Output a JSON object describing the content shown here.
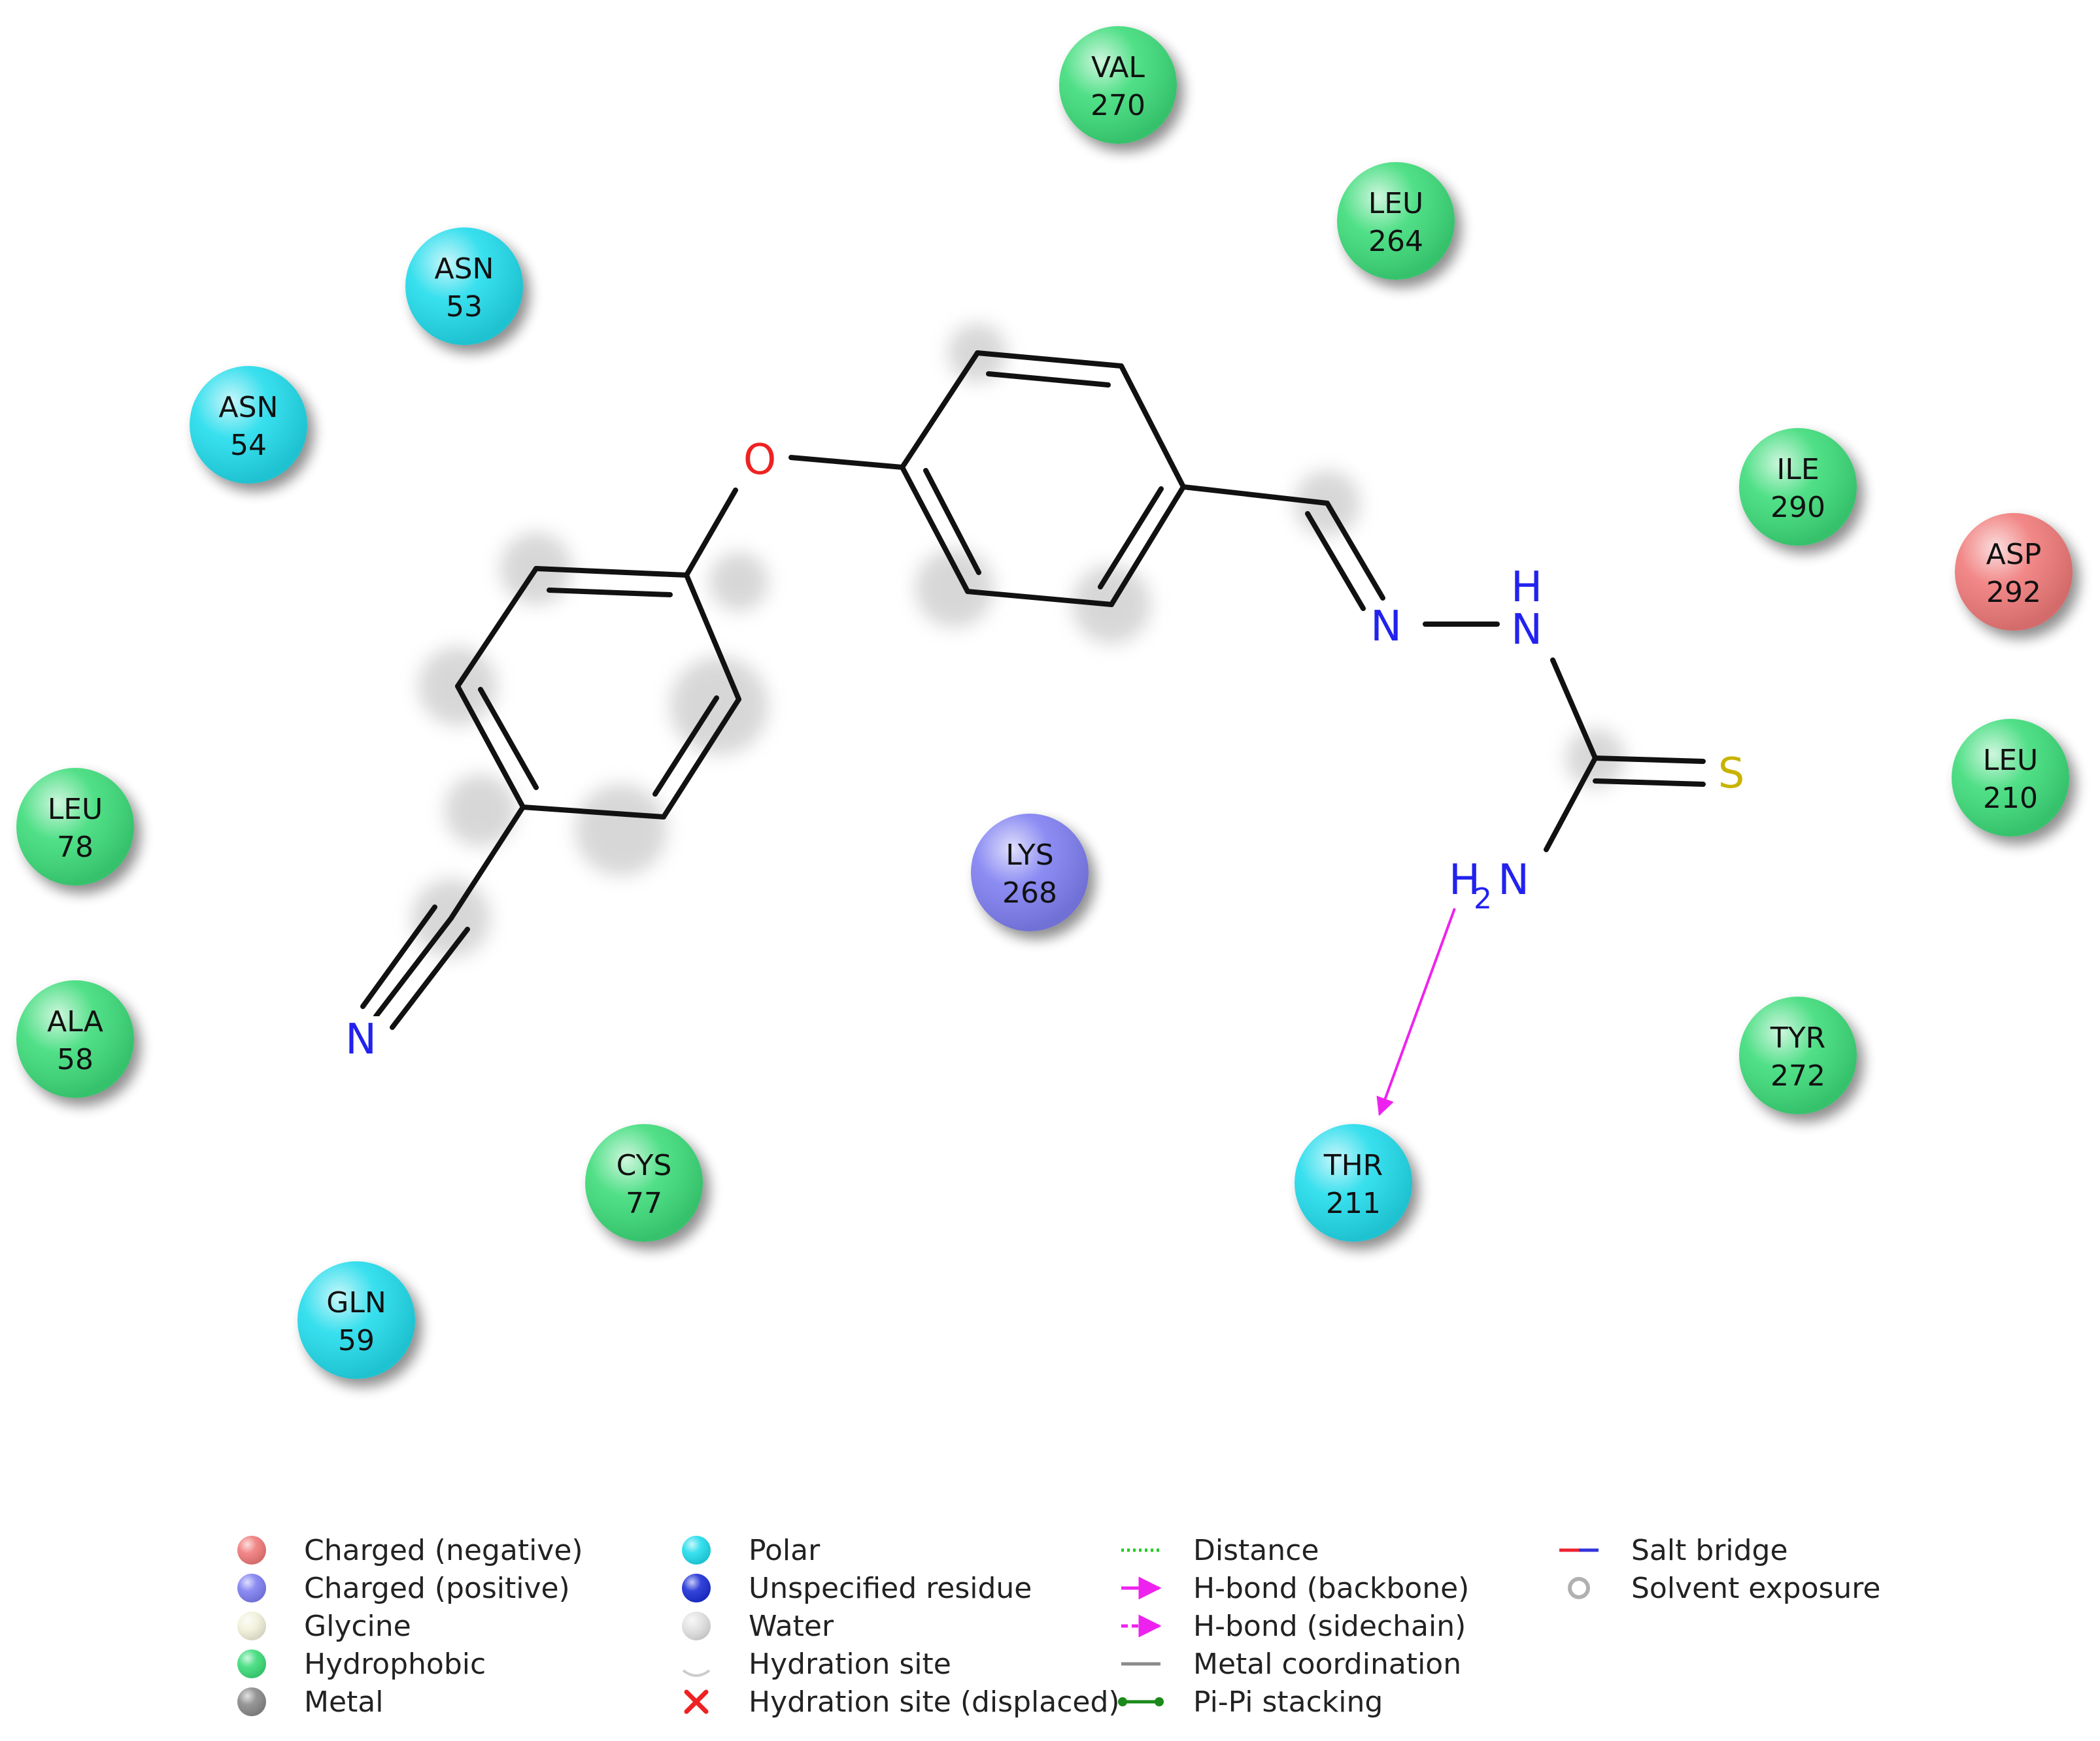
{
  "colors": {
    "hydrophobic": "#3ddc7a",
    "polar": "#22dcec",
    "charged_positive": "#7f7ff2",
    "charged_negative": "#f07a7a",
    "glycine": "#f2f2dc",
    "metal": "#8a8a8a",
    "unspecified": "#1c2fd6",
    "water": "#e2e2e2",
    "hbond": "#ee22ee",
    "pipi": "#1a8a1a",
    "distance": "#22cc22",
    "salt_bridge_a": "#ee2233",
    "salt_bridge_b": "#3333dd",
    "bond": "#111111",
    "nitrogen": "#2222ee",
    "oxygen": "#ee2222",
    "sulfur": "#c8b400",
    "exposure": "#b0b0b0"
  },
  "residues": [
    {
      "name": "VAL",
      "num": "270",
      "type": "hydrophobic"
    },
    {
      "name": "LEU",
      "num": "264",
      "type": "hydrophobic"
    },
    {
      "name": "ASN",
      "num": "53",
      "type": "polar"
    },
    {
      "name": "ASN",
      "num": "54",
      "type": "polar"
    },
    {
      "name": "ILE",
      "num": "290",
      "type": "hydrophobic"
    },
    {
      "name": "ASP",
      "num": "292",
      "type": "charged_negative"
    },
    {
      "name": "LEU",
      "num": "210",
      "type": "hydrophobic"
    },
    {
      "name": "LEU",
      "num": "78",
      "type": "hydrophobic"
    },
    {
      "name": "LYS",
      "num": "268",
      "type": "charged_positive"
    },
    {
      "name": "ALA",
      "num": "58",
      "type": "hydrophobic"
    },
    {
      "name": "TYR",
      "num": "272",
      "type": "hydrophobic"
    },
    {
      "name": "CYS",
      "num": "77",
      "type": "hydrophobic"
    },
    {
      "name": "THR",
      "num": "211",
      "type": "polar"
    },
    {
      "name": "GLN",
      "num": "59",
      "type": "polar"
    }
  ],
  "atoms": {
    "oxygen": "O",
    "nitrile_n": "N",
    "imine_n": "N",
    "hydrazine_nh_h": "H",
    "hydrazine_nh_n": "N",
    "sulfur": "S",
    "amine_h": "H",
    "amine_sub": "2",
    "amine_n": "N"
  },
  "interactions": [
    {
      "type": "H-bond (backbone)",
      "from": "H2N",
      "to": "THR 211"
    }
  ],
  "legend": [
    {
      "label": "Charged (negative)",
      "symbol": "sphere",
      "color_key": "charged_negative"
    },
    {
      "label": "Charged (positive)",
      "symbol": "sphere",
      "color_key": "charged_positive"
    },
    {
      "label": "Glycine",
      "symbol": "sphere",
      "color_key": "glycine"
    },
    {
      "label": "Hydrophobic",
      "symbol": "sphere",
      "color_key": "hydrophobic"
    },
    {
      "label": "Metal",
      "symbol": "sphere",
      "color_key": "metal"
    },
    {
      "label": "Polar",
      "symbol": "sphere",
      "color_key": "polar"
    },
    {
      "label": "Unspecified residue",
      "symbol": "sphere",
      "color_key": "unspecified"
    },
    {
      "label": "Water",
      "symbol": "sphere",
      "color_key": "water"
    },
    {
      "label": "Hydration site",
      "symbol": "hydration",
      "color_key": "water"
    },
    {
      "label": "Hydration site (displaced)",
      "symbol": "cross",
      "color_key": "oxygen"
    },
    {
      "label": "Distance",
      "symbol": "dotted",
      "color_key": "distance"
    },
    {
      "label": "H-bond (backbone)",
      "symbol": "arrow",
      "color_key": "hbond"
    },
    {
      "label": "H-bond (sidechain)",
      "symbol": "dashed-arrow",
      "color_key": "hbond"
    },
    {
      "label": "Metal coordination",
      "symbol": "line",
      "color_key": "metal"
    },
    {
      "label": "Pi-Pi stacking",
      "symbol": "pipi",
      "color_key": "pipi"
    },
    {
      "label": "Salt bridge",
      "symbol": "saltbridge",
      "color_key": "salt_bridge_a"
    },
    {
      "label": "Solvent exposure",
      "symbol": "ring",
      "color_key": "exposure"
    }
  ]
}
